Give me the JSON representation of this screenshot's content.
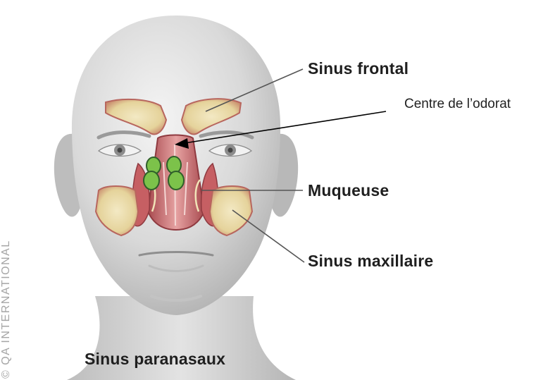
{
  "labels": {
    "sinus_frontal": "Sinus frontal",
    "centre_odorat": "Centre de l’odorat",
    "muqueuse": "Muqueuse",
    "sinus_maxillaire": "Sinus maxillaire",
    "title": "Sinus paranasaux"
  },
  "credit": "© QA INTERNATIONAL",
  "colors": {
    "skin": "#d4d4d4",
    "sinus_fill": "#e9dbad",
    "mucosa": "#c9656a",
    "marker_green": "#7cc24a",
    "marker_outline": "#2f5f2a",
    "leader_line": "#555555",
    "arrow": "#000000"
  }
}
